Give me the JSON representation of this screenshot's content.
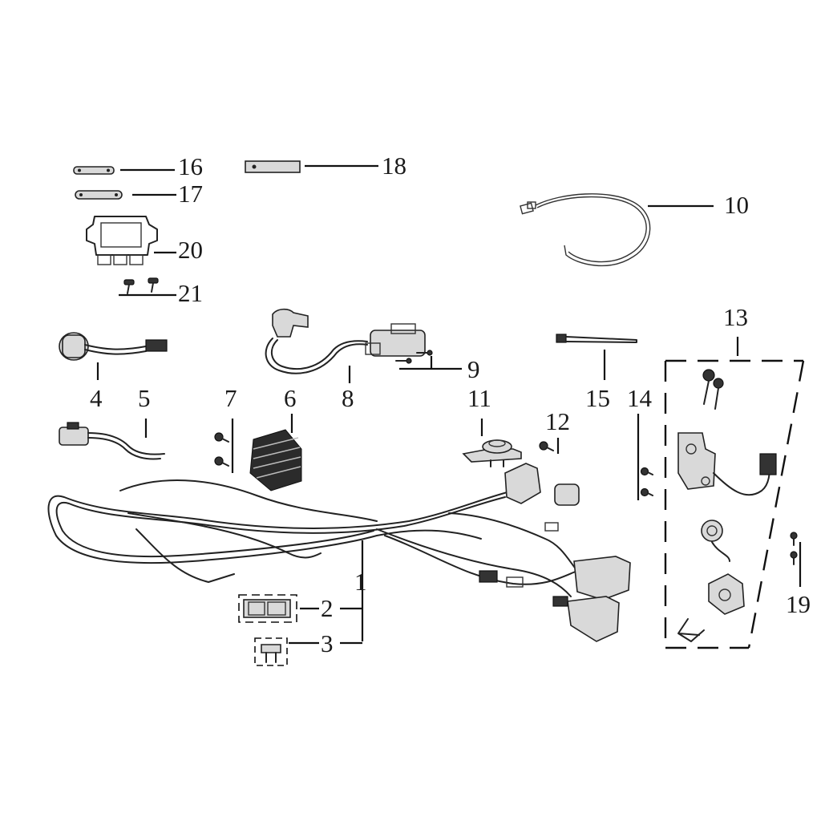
{
  "callouts": {
    "n1": "1",
    "n2": "2",
    "n3": "3",
    "n4": "4",
    "n5": "5",
    "n6": "6",
    "n7": "7",
    "n8": "8",
    "n9": "9",
    "n10": "10",
    "n11": "11",
    "n12": "12",
    "n13": "13",
    "n14": "14",
    "n15": "15",
    "n16": "16",
    "n17": "17",
    "n18": "18",
    "n19": "19",
    "n20": "20",
    "n21": "21"
  },
  "colors": {
    "line": "#222222",
    "background": "#ffffff",
    "shade": "#d9d9d9"
  }
}
